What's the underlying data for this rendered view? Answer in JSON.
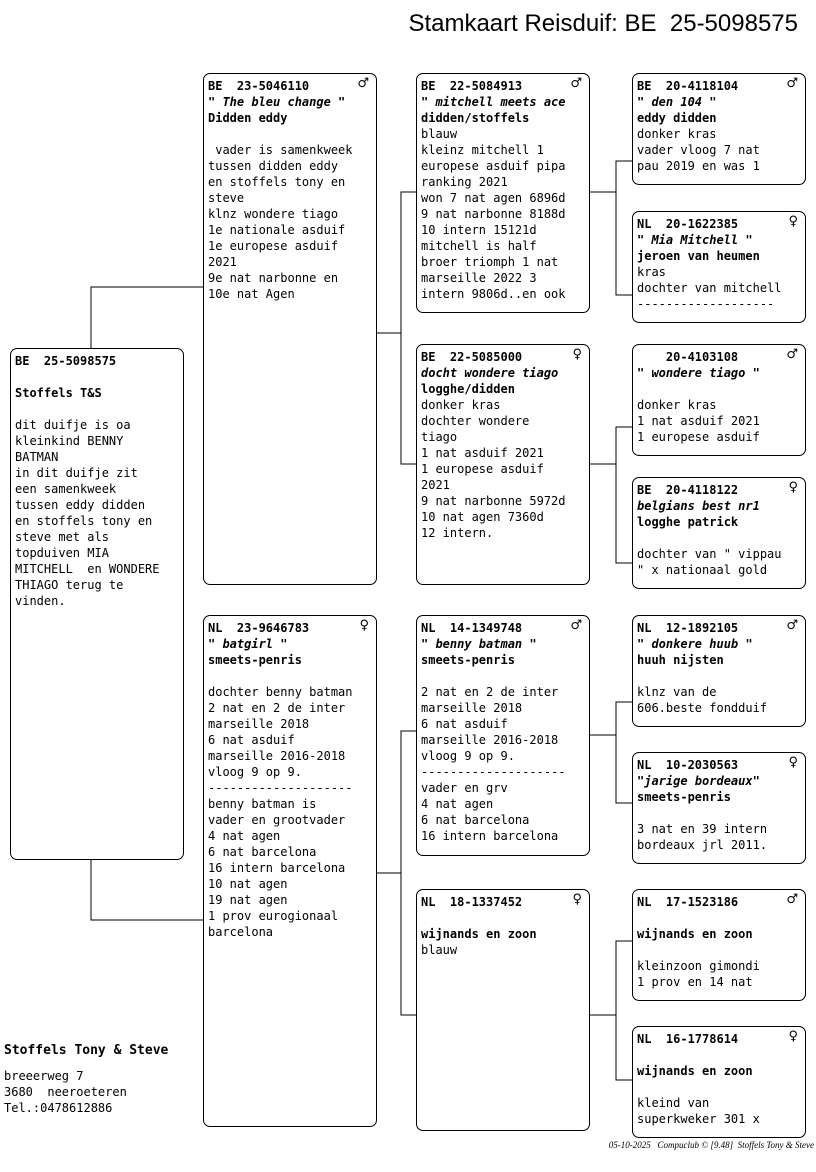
{
  "page_title": "Stamkaart Reisduif: BE  25-5098575",
  "subject": {
    "ring": "BE  25-5098575",
    "owner": "Stoffels T&S",
    "notes": [
      "dit duifje is oa",
      "kleinkind BENNY",
      "BATMAN",
      "in dit duifje zit",
      "een samenkweek",
      "tussen eddy didden",
      "en stoffels tony en",
      "steve met als",
      "topduiven MIA",
      "MITCHELL  en WONDERE",
      "THIAGO terug te",
      "vinden."
    ]
  },
  "father": {
    "ring": "BE  23-5046110",
    "sex": "♂",
    "nickname": "\" The bleu change \"",
    "owner": "Didden eddy",
    "notes": [
      " vader is samenkweek",
      "tussen didden eddy",
      "en stoffels tony en",
      "steve",
      "klnz wondere tiago",
      "1e nationale asduif",
      "1e europese asduif",
      "2021",
      "9e nat narbonne en",
      "10e nat Agen"
    ]
  },
  "mother": {
    "ring": "NL  23-9646783",
    "sex": "♀",
    "nickname": "\" batgirl \"",
    "owner": "smeets-penris",
    "notes": [
      "dochter benny batman",
      "2 nat en 2 de inter",
      "marseille 2018",
      "6 nat asduif",
      "marseille 2016-2018",
      "vloog 9 op 9.",
      "--------------------",
      "benny batman is",
      "vader en grootvader",
      "4 nat agen",
      "6 nat barcelona",
      "16 intern barcelona",
      "10 nat agen",
      "19 nat agen",
      "1 prov eurogionaal",
      "barcelona"
    ]
  },
  "ff": {
    "ring": "BE  22-5084913",
    "sex": "♂",
    "nickname": "\" mitchell meets ace",
    "owner": "didden/stoffels",
    "notes": [
      "blauw",
      "kleinz mitchell 1",
      "europese asduif pipa",
      "ranking 2021",
      "won 7 nat agen 6896d",
      "9 nat narbonne 8188d",
      "10 intern 15121d",
      "mitchell is half",
      "broer triomph 1 nat",
      "marseille 2022 3",
      "intern 9806d..en ook"
    ]
  },
  "fm": {
    "ring": "BE  22-5085000",
    "sex": "♀",
    "nickname": "docht wondere tiago",
    "owner": "logghe/didden",
    "notes": [
      "donker kras",
      "dochter wondere",
      "tiago",
      "1 nat asduif 2021",
      "1 europese asduif",
      "2021",
      "9 nat narbonne 5972d",
      "10 nat agen 7360d",
      "12 intern."
    ]
  },
  "mf": {
    "ring": "NL  14-1349748",
    "sex": "♂",
    "nickname": "\" benny batman \"",
    "owner": "smeets-penris",
    "notes": [
      "",
      "2 nat en 2 de inter",
      "marseille 2018",
      "6 nat asduif",
      "marseille 2016-2018",
      "vloog 9 op 9.",
      "--------------------",
      "vader en grv",
      "4 nat agen",
      "6 nat barcelona",
      "16 intern barcelona"
    ]
  },
  "mm": {
    "ring": "NL  18-1337452",
    "sex": "♀",
    "nickname": "",
    "owner": "wijnands en zoon",
    "notes": [
      "blauw"
    ]
  },
  "fff": {
    "ring": "BE  20-4118104",
    "sex": "♂",
    "nickname": "\" den 104 \"",
    "owner": "eddy didden",
    "notes": [
      "donker kras",
      "vader vloog 7 nat",
      "pau 2019 en was 1"
    ]
  },
  "ffm": {
    "ring": "NL  20-1622385",
    "sex": "♀",
    "nickname": "\" Mia Mitchell \"",
    "owner": "jeroen van heumen",
    "notes": [
      "kras",
      "dochter van mitchell",
      "-------------------"
    ]
  },
  "fmf": {
    "ring": "    20-4103108",
    "sex": "♂",
    "nickname": "\" wondere tiago \"",
    "owner": "",
    "notes": [
      "",
      "donker kras",
      "1 nat asduif 2021",
      "1 europese asduif"
    ]
  },
  "fmm": {
    "ring": "BE  20-4118122",
    "sex": "♀",
    "nickname": "belgians best nr1",
    "owner": "logghe patrick",
    "notes": [
      "",
      "dochter van \" vippau",
      "\" x nationaal gold"
    ]
  },
  "mff": {
    "ring": "NL  12-1892105",
    "sex": "♂",
    "nickname": "\" donkere huub \"",
    "owner": "huuh nijsten",
    "notes": [
      "",
      "klnz van de",
      "606.beste fondduif"
    ]
  },
  "mfm": {
    "ring": "NL  10-2030563",
    "sex": "♀",
    "nickname": "\"jarige bordeaux\"",
    "owner": "smeets-penris",
    "notes": [
      "",
      "3 nat en 39 intern",
      "bordeaux jrl 2011."
    ]
  },
  "mmf": {
    "ring": "NL  17-1523186",
    "sex": "♂",
    "nickname": "",
    "owner": "wijnands en zoon",
    "notes": [
      "",
      "kleinzoon gimondi",
      "1 prov en 14 nat"
    ]
  },
  "mmm": {
    "ring": "NL  16-1778614",
    "sex": "♀",
    "nickname": "",
    "owner": "wijnands en zoon",
    "notes": [
      "",
      "kleind van",
      "superkweker 301 x"
    ]
  },
  "breeder": {
    "name": "Stoffels Tony & Steve",
    "street": "breeerweg 7",
    "city": "3680  neeroeteren",
    "phone": "Tel.:0478612886"
  },
  "footer": "05-10-2025   Compuclub © [9.48]  Stoffels Tony & Steve"
}
